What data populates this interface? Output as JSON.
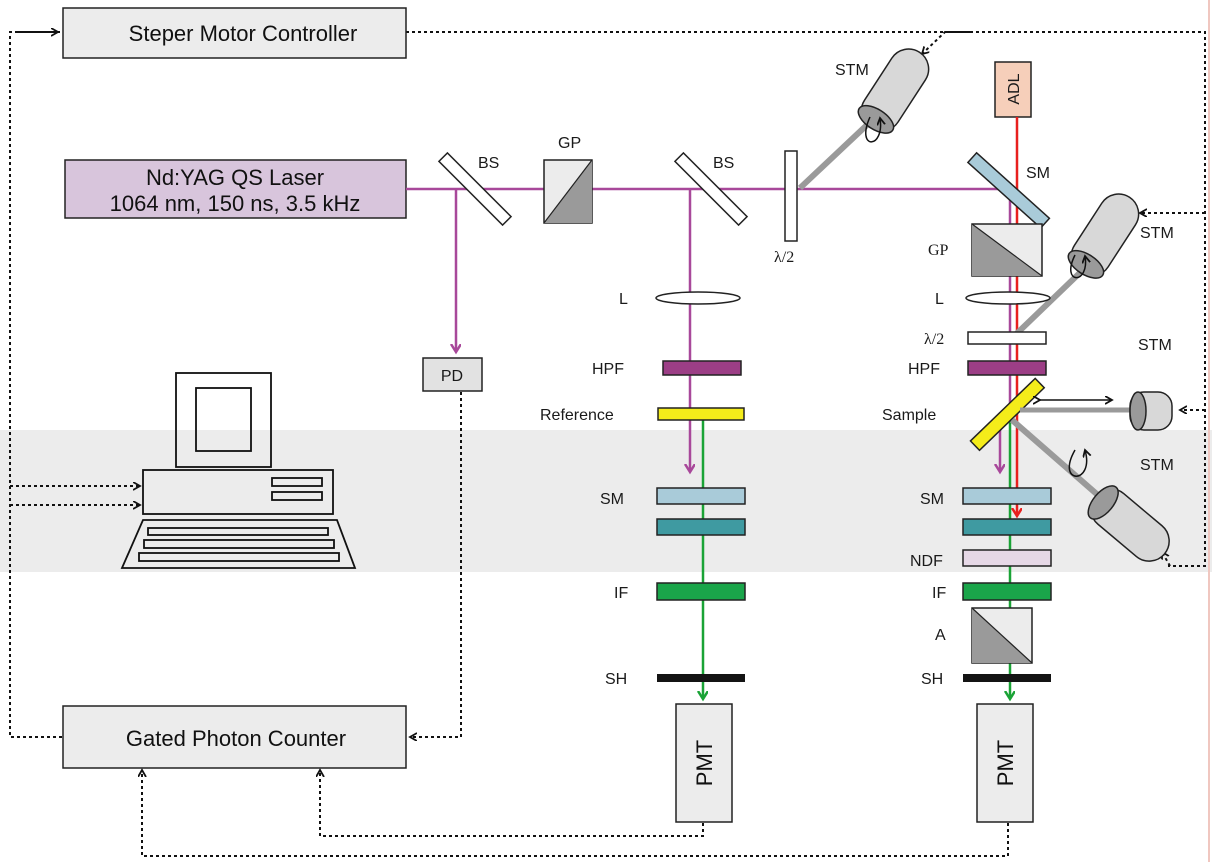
{
  "boxes": {
    "stepper": "Steper Motor Controller",
    "laser_line1": "Nd:YAG QS Laser",
    "laser_line2": "1064 nm, 150 ns, 3.5 kHz",
    "counter": "Gated Photon Counter",
    "pd": "PD",
    "adl": "ADL",
    "pmt_left": "PMT",
    "pmt_right": "PMT"
  },
  "labels": {
    "bs1": "BS",
    "gp1": "GP",
    "bs2": "BS",
    "waveplate_top": "λ/2",
    "stm_top": "STM",
    "sm_top": "SM",
    "gp2": "GP",
    "stm_right": "STM",
    "l_left": "L",
    "l_right": "L",
    "waveplate_right": "λ/2",
    "stm_mid": "STM",
    "hpf_left": "HPF",
    "hpf_right": "HPF",
    "reference": "Reference",
    "sample": "Sample",
    "stm_low": "STM",
    "sm_left": "SM",
    "sm_right": "SM",
    "ndf": "NDF",
    "if_left": "IF",
    "if_right": "IF",
    "a": "A",
    "sh_left": "SH",
    "sh_right": "SH"
  },
  "colors": {
    "laser_beam": "#a8489a",
    "laser_box": "#d8c5dc",
    "adl_box": "#f6cfba",
    "adl_beam": "#e8201e",
    "signal_beam": "#1aa336",
    "hpf": "#9c3e86",
    "reference": "#f4ec1a",
    "if_filter": "#1aa54a",
    "sh": "#141414",
    "sm_light": "#a9cbd9",
    "sm_dark": "#3f9aa1",
    "band": "#ececec"
  }
}
